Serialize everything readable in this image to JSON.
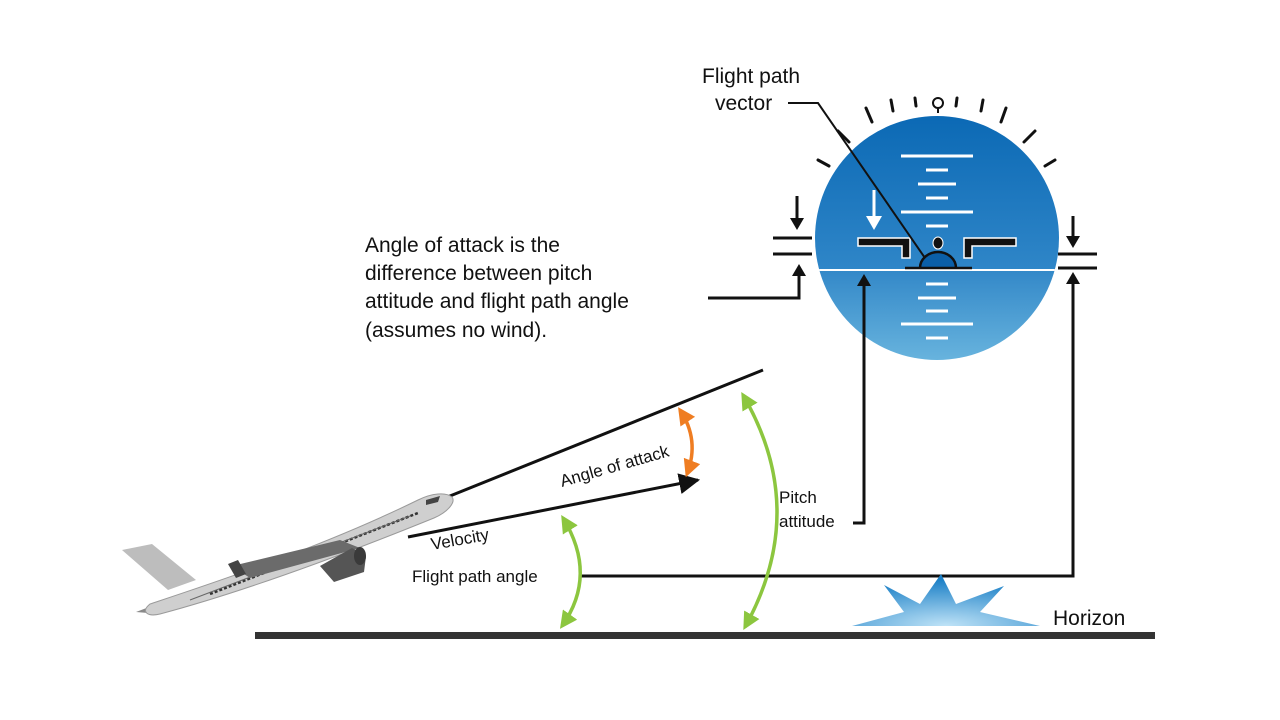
{
  "labels": {
    "fpv_line1": "Flight path",
    "fpv_line2": "vector",
    "aoa_note_1": "Angle of attack is the",
    "aoa_note_2": "difference between pitch",
    "aoa_note_3": "attitude and flight path angle",
    "aoa_note_4": "(assumes no wind).",
    "angle_of_attack": "Angle of attack",
    "velocity": "Velocity",
    "pitch_1": "Pitch",
    "pitch_2": "attitude",
    "flight_path_angle": "Flight path angle",
    "horizon": "Horizon"
  },
  "colors": {
    "sky_top": "#0a68b4",
    "sky_bottom": "#2f86c8",
    "ground_top": "#3388c8",
    "ground_bottom": "#6db8e0",
    "pitch_arc": "#8cc63f",
    "aoa_arc": "#ef7d22",
    "horizon_line": "#333333",
    "aircraft_body": "#c8c8c8",
    "aircraft_dark": "#555555"
  },
  "icons": [
    "attitude-indicator-icon",
    "aircraft-icon",
    "sun-burst-icon",
    "bank-pointer-icon"
  ]
}
